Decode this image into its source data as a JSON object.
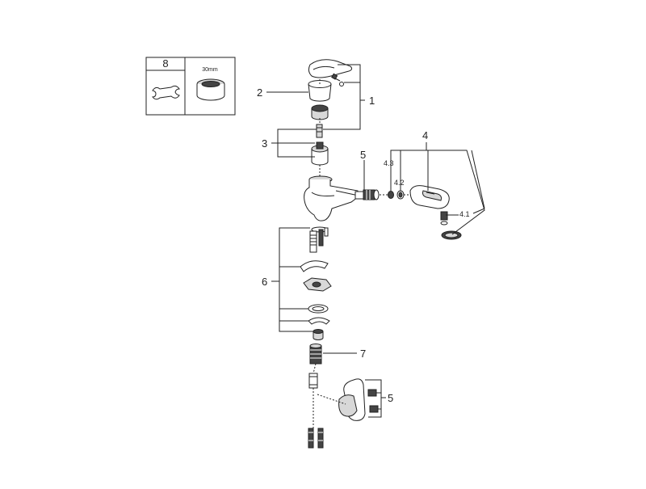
{
  "inset": {
    "tool_number": "8",
    "thread_size": "30mm",
    "icons": [
      "wrench-icon",
      "aerator-insert-icon"
    ]
  },
  "callouts": {
    "handle_set": "1",
    "cap": "2",
    "cartridge_set": "3",
    "spray_head": "4",
    "spray_sub_1": "4.1",
    "spray_sub_2": "4.2",
    "spray_sub_3": "4.3",
    "hose_connector": "5",
    "mounting_set": "6",
    "adapter": "7",
    "counterweight": "5"
  },
  "colors": {
    "line": "#222222",
    "background": "#ffffff"
  }
}
